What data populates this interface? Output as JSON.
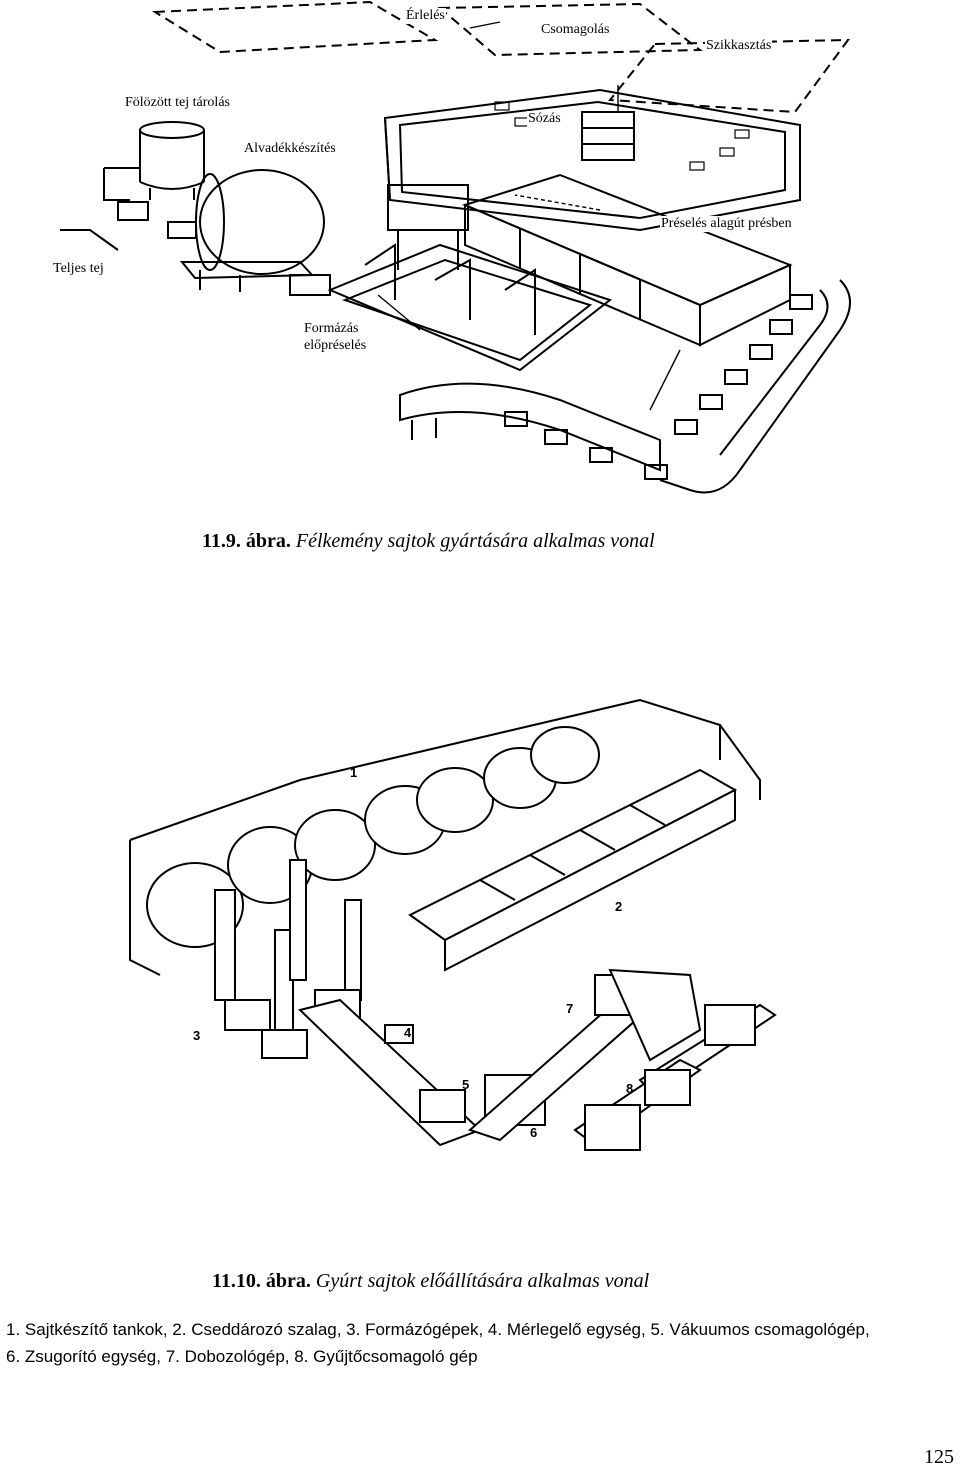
{
  "figure1": {
    "labels": {
      "erleles": "Érlelés",
      "csomagolas": "Csomagolás",
      "szikkasztas": "Szikkasztás",
      "folozott": "Fölözött tej tárolás",
      "alvadek": "Alvadékkészítés",
      "sozas": "Sózás",
      "preseles": "Préselés alagút présben",
      "teljes": "Teljes tej",
      "formazas": "Formázás",
      "elopreseles": "előpréselés"
    },
    "caption_number": "11.9. ábra.",
    "caption_title": "Félkemény sajtok gyártására alkalmas vonal"
  },
  "figure2": {
    "callouts": [
      "1",
      "2",
      "3",
      "4",
      "5",
      "6",
      "7",
      "8"
    ],
    "caption_number": "11.10. ábra.",
    "caption_title": "Gyúrt sajtok előállítására alkalmas vonal"
  },
  "legend": {
    "line1": "1. Sajtkészítő tankok, 2. Cseddározó szalag, 3. Formázógépek, 4. Mérlegelő egység, 5. Vákuumos csomagológép,",
    "line2": "6. Zsugorító egység, 7. Dobozológép, 8. Gyűjtőcsomagoló gép"
  },
  "page_number": "125"
}
